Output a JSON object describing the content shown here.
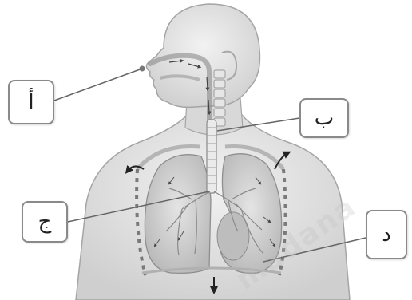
{
  "labels": {
    "a": "أ",
    "b": "ب",
    "c": "ج",
    "d": "د"
  },
  "colors": {
    "skin": "#dcdcdc",
    "outline": "#9a9a9a",
    "lung": "#c9c9c9",
    "vessel": "#8f8f8f",
    "arrow": "#222222",
    "rib": "#6f6f6f"
  },
  "icons": [
    "airflow-arrow-icon",
    "chest-expand-arrow-icon",
    "diaphragm-down-arrow-icon"
  ]
}
